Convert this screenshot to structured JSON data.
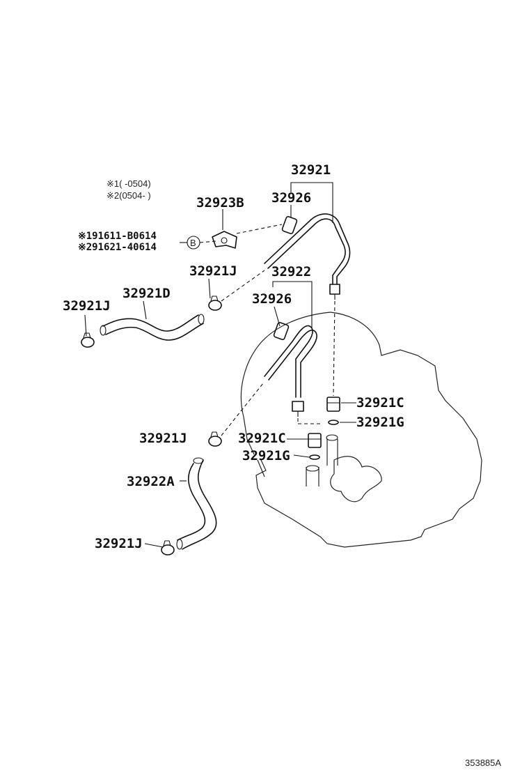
{
  "diagram_code": "353885A",
  "notes": {
    "note1": "※1(     -0504)",
    "note2": "※2(0504-     )",
    "bolt1": "※191611-B0614",
    "bolt2": "※291621-40614",
    "circle_b": "B"
  },
  "labels": {
    "p32921": "32921",
    "p32926_top": "32926",
    "p32923B": "32923B",
    "p32921J_top": "32921J",
    "p32922": "32922",
    "p32921D": "32921D",
    "p32921J_left": "32921J",
    "p32926_mid": "32926",
    "p32921C_right": "32921C",
    "p32921G_right": "32921G",
    "p32921J_mid": "32921J",
    "p32921C_mid": "32921C",
    "p32921G_mid": "32921G",
    "p32922A": "32922A",
    "p32921J_bottom": "32921J"
  }
}
